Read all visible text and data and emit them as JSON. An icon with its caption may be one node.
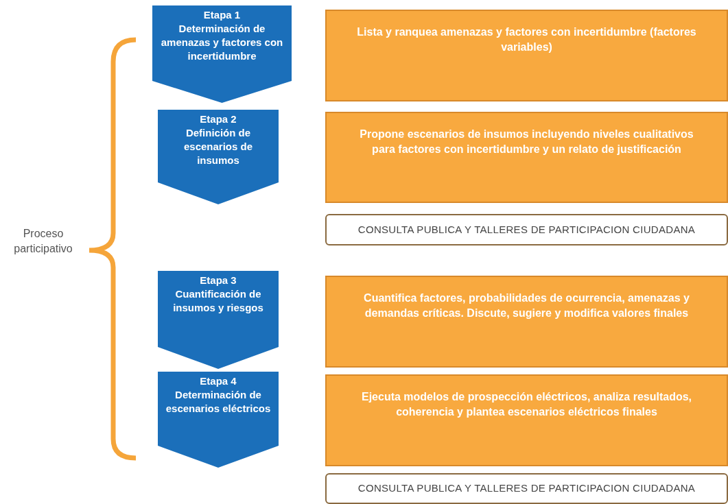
{
  "diagram": {
    "nodes": [
      {
        "text": [
          "Etapa 1",
          "Determinación de amenazas y factores con incertidumbre"
        ]
      },
      {
        "text": [
          "Lista y ranquea amenazas y factores con incertidumbre (factores variables)"
        ]
      },
      {
        "text": [
          "Etapa 2",
          "Definición de escenarios de insumos"
        ]
      },
      {
        "text": [
          "Propone escenarios de insumos incluyendo niveles cualitativos para factores con incertidumbre y un relato de justificación"
        ]
      },
      {
        "text": [
          "CONSULTA PUBLICA Y TALLERES DE PARTICIPACION CIUDADANA"
        ]
      },
      {
        "text": [
          "Etapa 3",
          "Cuantificación de insumos y riesgos"
        ]
      },
      {
        "text": [
          "Cuantifica factores, probabilidades de ocurrencia, amenazas y demandas críticas. Discute, sugiere y modifica valores finales"
        ]
      },
      {
        "text": [
          "Etapa 4",
          "Determinación de escenarios eléctricos"
        ]
      },
      {
        "text": [
          "Ejecuta modelos de prospección eléctricos, analiza resultados, coherencia y plantea escenarios eléctricos finales"
        ]
      },
      {
        "text": [
          "CONSULTA PUBLICA Y TALLERES DE PARTICIPACION CIUDADANA"
        ]
      }
    ],
    "labels": [
      "Proceso participativo"
    ]
  }
}
